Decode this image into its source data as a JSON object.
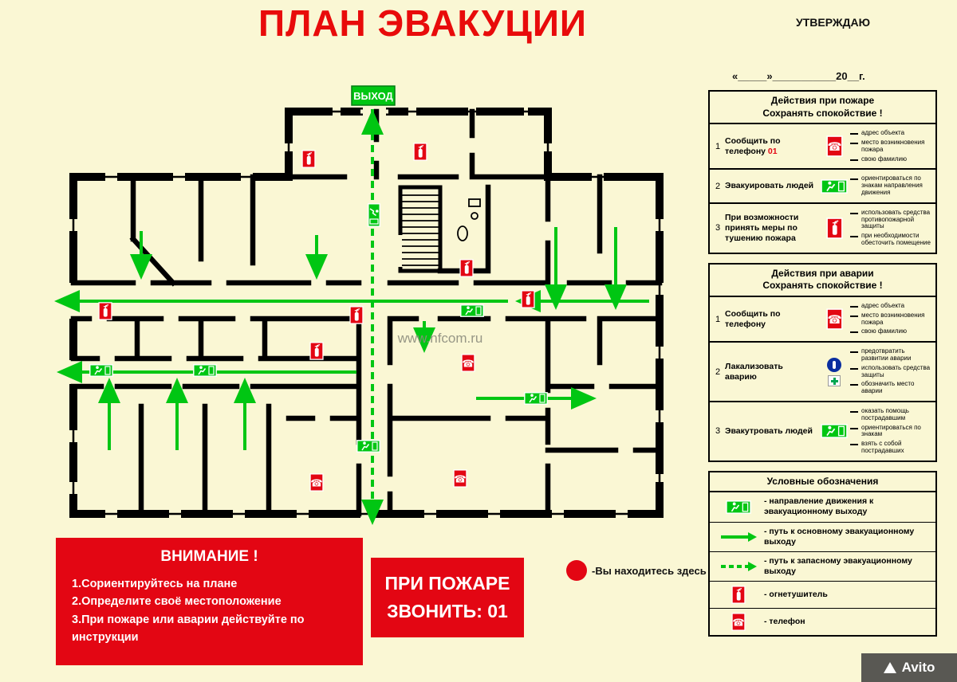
{
  "page": {
    "title": "ПЛАН ЭВАКУЦИИ",
    "approve_label": "УТВЕРЖДАЮ",
    "approve_date_line": "«_____»___________20__г.",
    "watermark": "www.nfcom.ru",
    "avito_label": "Avito"
  },
  "plan": {
    "exit_sign": "ВЫХОД"
  },
  "icons": {
    "phone_glyph": "☎"
  },
  "fire_panel": {
    "title": "Действия при пожаре",
    "subtitle": "Сохранять спокойствие !",
    "rows": [
      {
        "num": "1",
        "action": "Сообщить по телефону",
        "action_accent": "01",
        "notes": [
          "адрес объекта",
          "место возникновения пожара",
          "свою фамилию"
        ]
      },
      {
        "num": "2",
        "action": "Эвакуировать людей",
        "notes": [
          "ориентироваться по знакам направления движения"
        ]
      },
      {
        "num": "3",
        "action": "При возможности принять меры по тушению пожара",
        "notes": [
          "использовать средства противопожарной защиты",
          "при необходимости обесточить помещение"
        ]
      }
    ]
  },
  "accident_panel": {
    "title": "Действия при аварии",
    "subtitle": "Сохранять спокойствие !",
    "rows": [
      {
        "num": "1",
        "action": "Сообщить по телефону",
        "notes": [
          "адрес объекта",
          "место возникновения пожара",
          "свою фамилию"
        ]
      },
      {
        "num": "2",
        "action": "Лакализовать аварию",
        "notes": [
          "предотвратить развитии аварии",
          "использовать средства защиты",
          "обозначить место аварии"
        ]
      },
      {
        "num": "3",
        "action": "Эвакутровать людей",
        "notes": [
          "оказать помощь пострадавшим",
          "ориентироваться по знакам",
          "взять с собой пострадавших"
        ]
      }
    ]
  },
  "legend_panel": {
    "title": "Условные обозначения",
    "items": [
      {
        "icon": "exit-sign-icon",
        "label": "- направление движения к эвакуационному выходу"
      },
      {
        "icon": "solid-arrow-icon",
        "label": "- путь к основному эвакуационному выходу"
      },
      {
        "icon": "dashed-arrow-icon",
        "label": "- путь к запасному эвакуационному выходу"
      },
      {
        "icon": "extinguisher-icon",
        "label": "- огнетушитель"
      },
      {
        "icon": "phone-icon",
        "label": "- телефон"
      }
    ]
  },
  "attention_box": {
    "title": "ВНИМАНИЕ !",
    "lines": [
      "1.Сориентируйтесь на плане",
      "2.Определите своё местоположение",
      "3.При пожаре или аварии действуйте по инструкции"
    ]
  },
  "fire_call_box": {
    "line1": "ПРИ ПОЖАРЕ",
    "line2": "ЗВОНИТЬ: 01"
  },
  "you_are_here": "-Вы находитесь здесь",
  "colors": {
    "red": "#e30613",
    "green": "#00c613",
    "bg": "#faf7d4"
  }
}
